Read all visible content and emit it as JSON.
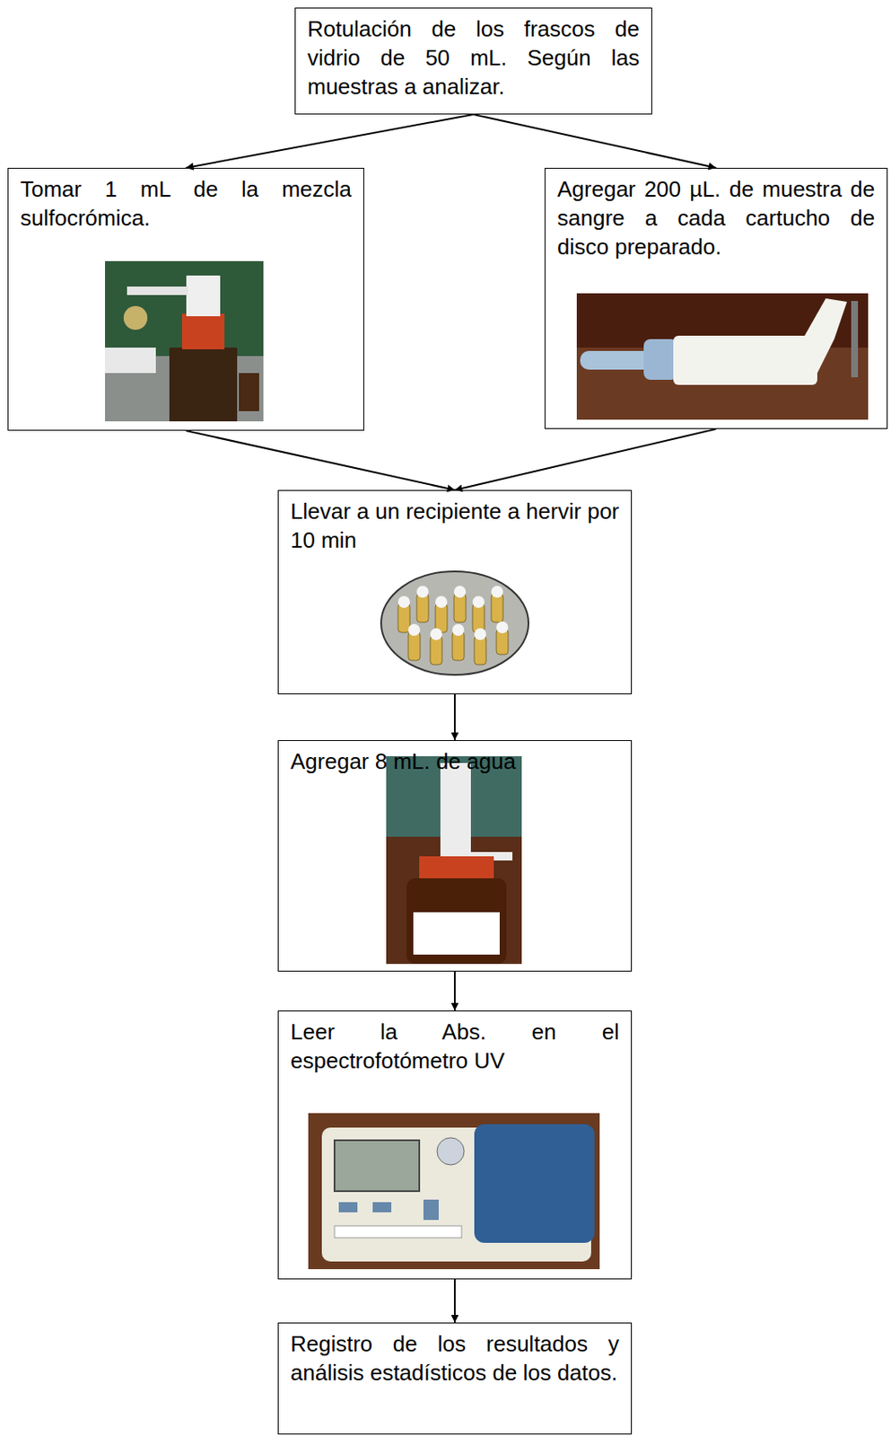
{
  "diagram": {
    "nodes": [
      {
        "text": [
          "Rotulación de los frascos de vidrio de 50 mL. Según las muestras a analizar."
        ]
      },
      {
        "text": [
          "Tomar 1 mL de la mezcla sulfocrómica."
        ]
      },
      {
        "text": [
          "Agregar 200 µL. de muestra de sangre a cada cartucho de disco preparado."
        ]
      },
      {
        "text": [
          "Llevar a un recipiente a hervir por 10 min"
        ]
      },
      {
        "text": [
          "Agregar 8 mL. de agua"
        ]
      },
      {
        "text": [
          "Leer la Abs. en el espectrofotómetro UV"
        ]
      },
      {
        "text": [
          "Registro de los resultados y análisis estadísticos de los datos."
        ]
      }
    ],
    "edges": [
      {
        "from": 0,
        "to": 1,
        "arrow": "to"
      },
      {
        "from": 0,
        "to": 2,
        "arrow": "to"
      },
      {
        "from": 1,
        "to": 3,
        "arrow": "to"
      },
      {
        "from": 2,
        "to": 3,
        "arrow": "to"
      },
      {
        "from": 3,
        "to": 4,
        "arrow": "to"
      },
      {
        "from": 4,
        "to": 5,
        "arrow": "to"
      },
      {
        "from": 5,
        "to": 6,
        "arrow": "to"
      }
    ]
  }
}
